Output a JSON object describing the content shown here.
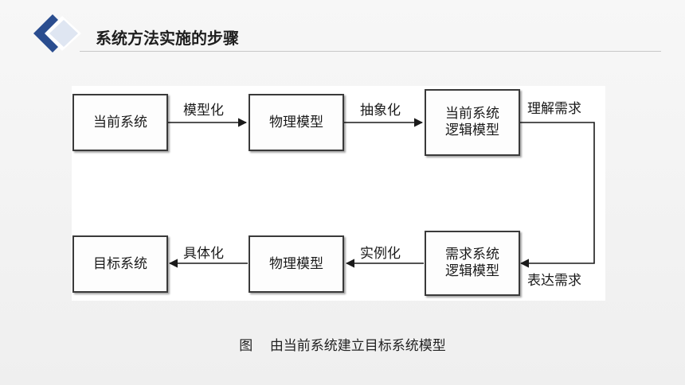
{
  "slide": {
    "title": "系统方法实施的步骤",
    "logo_icon": "blue-chevron-diamond-icon",
    "colors": {
      "logo_dark": "#2a4d8f",
      "logo_light": "#dfe6f2",
      "line": "#c8c8c8"
    }
  },
  "diagram": {
    "nodes": {
      "current_system": {
        "lines": [
          "当前系统"
        ]
      },
      "physical_model_top": {
        "lines": [
          "物理模型"
        ]
      },
      "current_logical_model": {
        "lines": [
          "当前系统",
          "逻辑模型"
        ]
      },
      "target_system": {
        "lines": [
          "目标系统"
        ]
      },
      "physical_model_bottom": {
        "lines": [
          "物理模型"
        ]
      },
      "requirement_logical_model": {
        "lines": [
          "需求系统",
          "逻辑模型"
        ]
      }
    },
    "edges": {
      "modeling": "模型化",
      "abstraction": "抽象化",
      "understand_requirements": "理解需求",
      "express_requirements": "表达需求",
      "instantiation": "实例化",
      "concretization": "具体化"
    }
  },
  "caption": {
    "label": "图",
    "text": "由当前系统建立目标系统模型"
  }
}
